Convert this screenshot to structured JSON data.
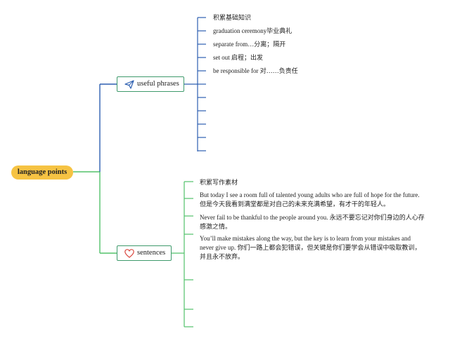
{
  "mindmap": {
    "root": {
      "label": "language points"
    },
    "branches": [
      {
        "label": "useful phrases",
        "icon": "paper-plane-icon",
        "color": "#2d5fb0",
        "heading": "积累基础知识",
        "items": [
          "graduation ceremony毕业典礼",
          "separate from…分离；隔开",
          "set out 启程；出发",
          "be responsible for 对……负责任"
        ]
      },
      {
        "label": "sentences",
        "icon": "heart-icon",
        "color": "#52c26a",
        "heading": "积累写作素材",
        "items": [
          "But today I see a room full of talented young adults who are full of hope for the future. 但是今天我看到满堂都是对自己的未来充满希望，有才干的年轻人。",
          "Never fail to be thankful to the people around you. 永远不要忘记对你们身边的人心存感激之情。",
          "You’ll make mistakes along the way, but the key is to learn from your mistakes and never give up. 你们一路上都会犯错误，但关键是你们要学会从错误中吸取教训，并且永不放弃。"
        ]
      }
    ]
  },
  "colors": {
    "root_fill": "#f6c343",
    "node_border": "#3e9a6c",
    "branch1_lines": "#2d5fb0",
    "branch2_lines": "#52c26a"
  }
}
